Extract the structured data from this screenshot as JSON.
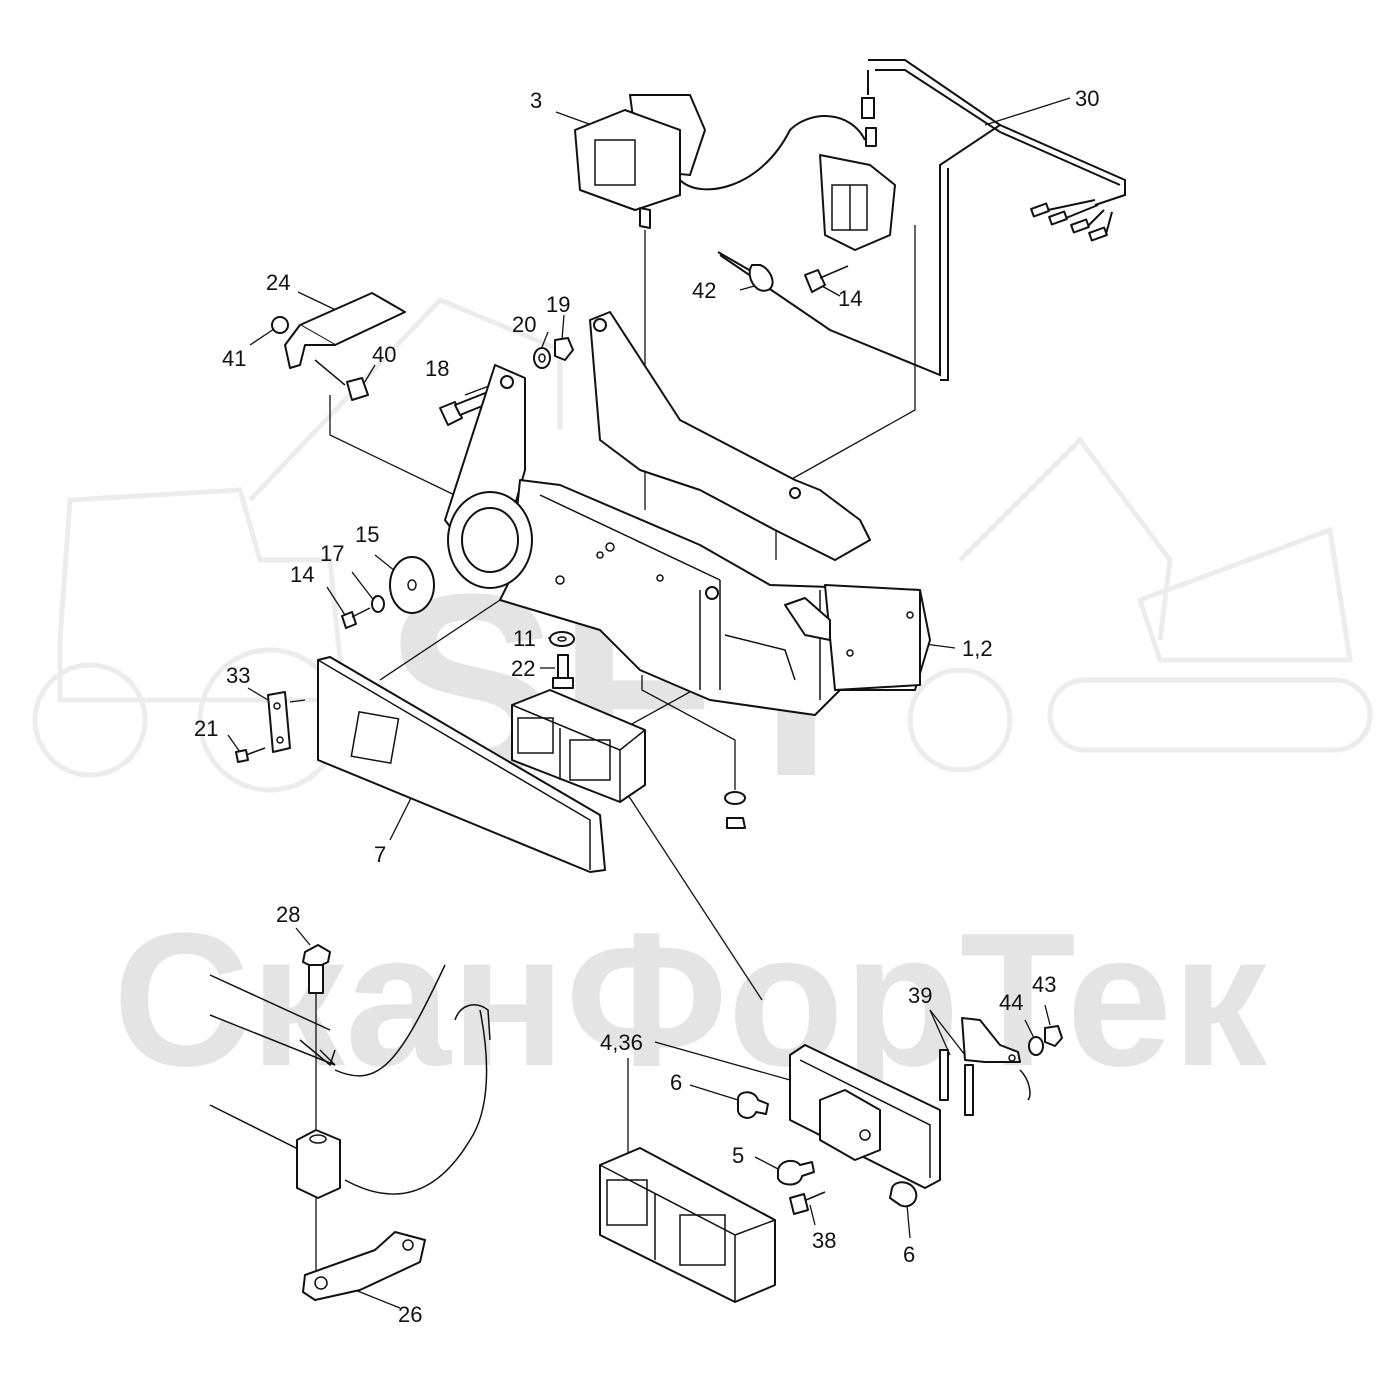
{
  "watermark": {
    "logo_text": "SFT",
    "brand_text": "СканФорТек",
    "color": "#e4e4e4"
  },
  "callouts": [
    {
      "id": "c3",
      "text": "3"
    },
    {
      "id": "c30",
      "text": "30"
    },
    {
      "id": "c24",
      "text": "24"
    },
    {
      "id": "c41",
      "text": "41"
    },
    {
      "id": "c40",
      "text": "40"
    },
    {
      "id": "c20",
      "text": "20"
    },
    {
      "id": "c19",
      "text": "19"
    },
    {
      "id": "c18",
      "text": "18"
    },
    {
      "id": "c42",
      "text": "42"
    },
    {
      "id": "c14a",
      "text": "14"
    },
    {
      "id": "c15",
      "text": "15"
    },
    {
      "id": "c17",
      "text": "17"
    },
    {
      "id": "c14b",
      "text": "14"
    },
    {
      "id": "c12",
      "text": "1,2"
    },
    {
      "id": "c11",
      "text": "11"
    },
    {
      "id": "c22",
      "text": "22"
    },
    {
      "id": "c33",
      "text": "33"
    },
    {
      "id": "c21",
      "text": "21"
    },
    {
      "id": "c7",
      "text": "7"
    },
    {
      "id": "c28",
      "text": "28"
    },
    {
      "id": "c39",
      "text": "39"
    },
    {
      "id": "c44",
      "text": "44"
    },
    {
      "id": "c43",
      "text": "43"
    },
    {
      "id": "c436",
      "text": "4,36"
    },
    {
      "id": "c6a",
      "text": "6"
    },
    {
      "id": "c5",
      "text": "5"
    },
    {
      "id": "c38",
      "text": "38"
    },
    {
      "id": "c6b",
      "text": "6"
    },
    {
      "id": "c26",
      "text": "26"
    }
  ]
}
